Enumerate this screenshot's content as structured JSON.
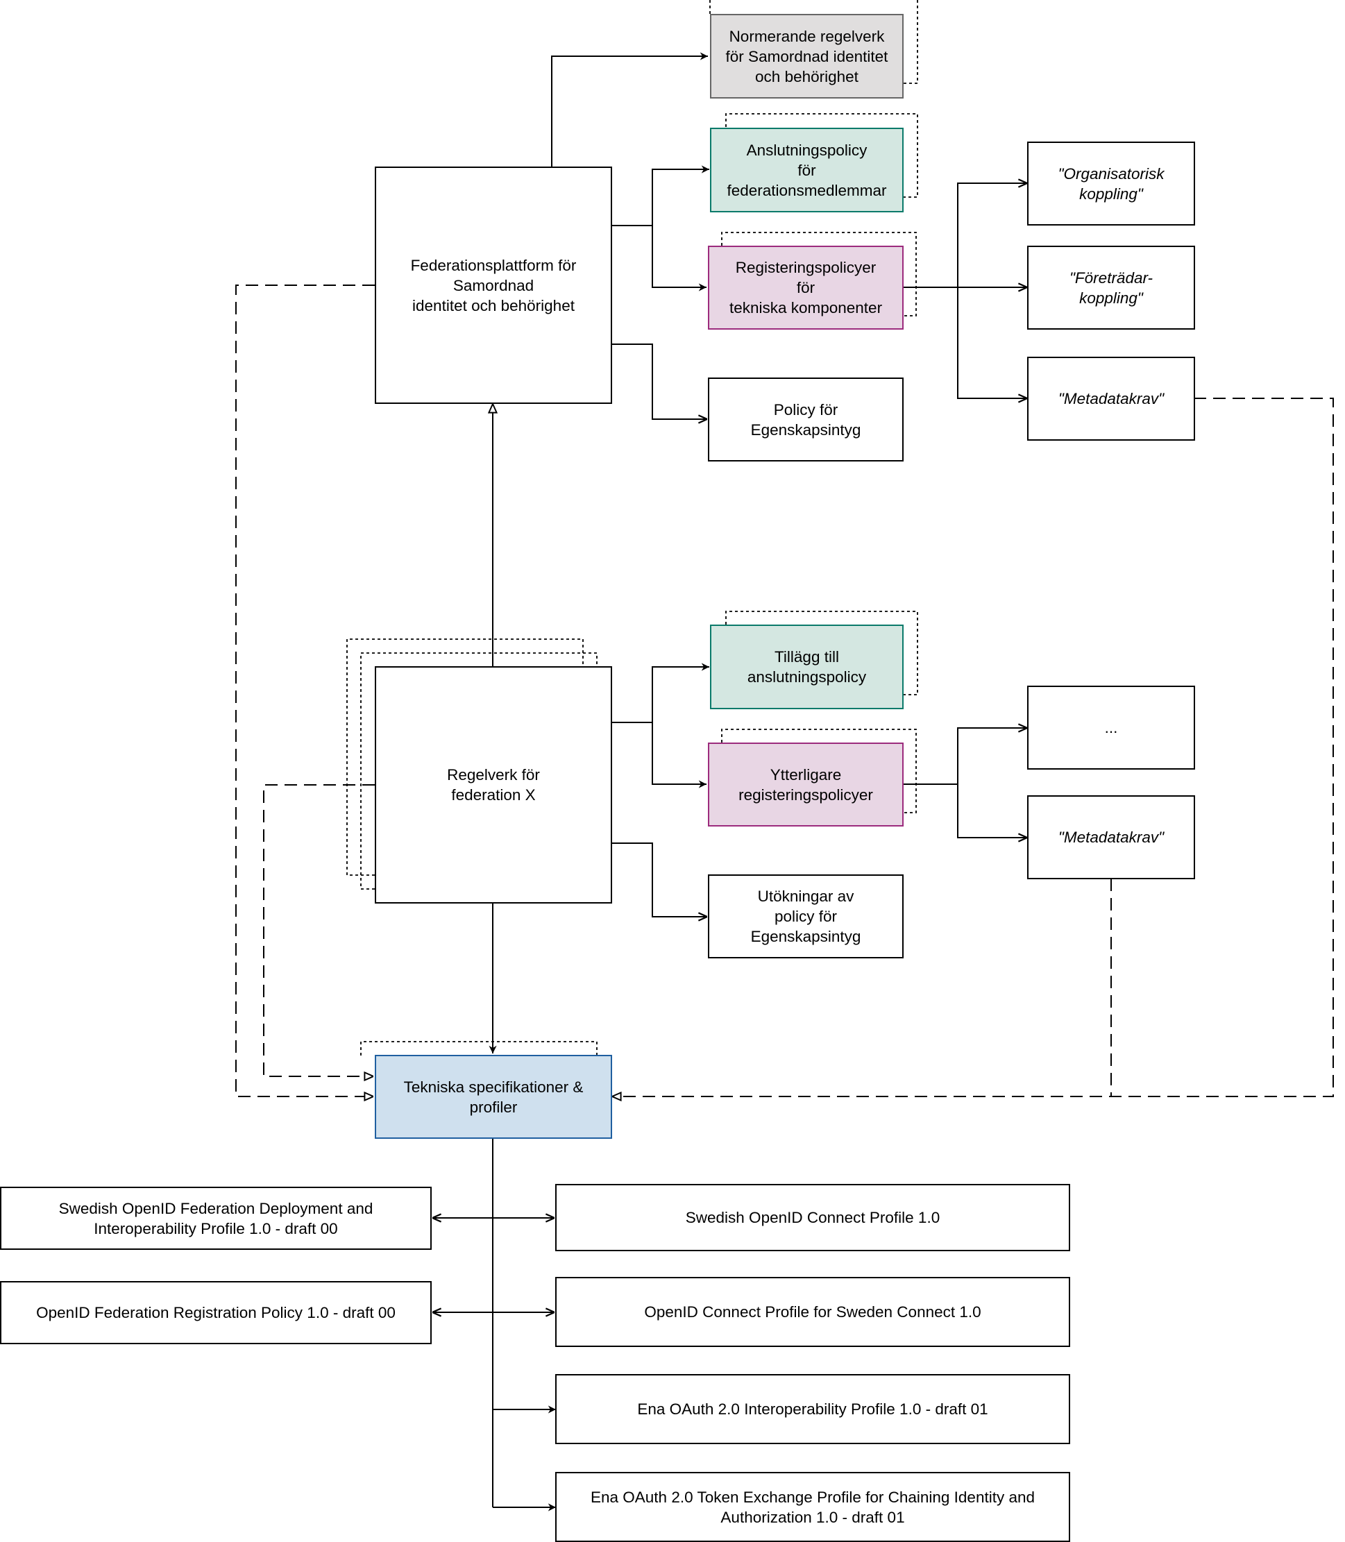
{
  "nodes": {
    "normerande": {
      "label": "Normerande regelverk\nför Samordnad identitet\noch behörighet",
      "fill": "#e0dede",
      "stroke": "#666666"
    },
    "anslutningspolicy": {
      "label": "Anslutningspolicy\nför\nfederationsmedlemmar",
      "fill": "#d4e7e1",
      "stroke": "#0b7a6a"
    },
    "registeringspolicyer": {
      "label": "Registeringspolicyer\nför\ntekniska komponenter",
      "fill": "#e8d6e4",
      "stroke": "#9c2b7d"
    },
    "policy_egenskap": {
      "label": "Policy för\nEgenskapsintyg",
      "fill": "#ffffff",
      "stroke": "#000000"
    },
    "federationsplattform": {
      "label": "Federationsplattform för\nSamordnad\nidentitet och behörighet",
      "fill": "#ffffff",
      "stroke": "#000000"
    },
    "organisatorisk": {
      "label": "\"Organisatorisk\nkoppling\"",
      "fill": "#ffffff",
      "stroke": "#000000"
    },
    "foretradar": {
      "label": "\"Företrädar-\nkoppling\"",
      "fill": "#ffffff",
      "stroke": "#000000"
    },
    "metadatakrav1": {
      "label": "\"Metadatakrav\"",
      "fill": "#ffffff",
      "stroke": "#000000"
    },
    "regelverk_x": {
      "label": "Regelverk för\nfederation X",
      "fill": "#ffffff",
      "stroke": "#000000"
    },
    "tillagg": {
      "label": "Tillägg till\nanslutningspolicy",
      "fill": "#d4e7e1",
      "stroke": "#0b7a6a"
    },
    "ytterligare": {
      "label": "Ytterligare\nregisteringspolicyer",
      "fill": "#e8d6e4",
      "stroke": "#9c2b7d"
    },
    "utokningar": {
      "label": "Utökningar av\npolicy för\nEgenskapsintyg",
      "fill": "#ffffff",
      "stroke": "#000000"
    },
    "ellipsis": {
      "label": "...",
      "fill": "#ffffff",
      "stroke": "#000000"
    },
    "metadatakrav2": {
      "label": "\"Metadatakrav\"",
      "fill": "#ffffff",
      "stroke": "#000000"
    },
    "tekniska": {
      "label": "Tekniska specifikationer &\nprofiler",
      "fill": "#cfe0ee",
      "stroke": "#1f5fa0"
    },
    "swedish_fed_deploy": {
      "label": "Swedish OpenID Federation Deployment and\nInteroperability Profile 1.0 - draft 00",
      "fill": "#ffffff",
      "stroke": "#000000"
    },
    "fed_reg_policy": {
      "label": "OpenID Federation Registration Policy 1.0 - draft 00",
      "fill": "#ffffff",
      "stroke": "#000000"
    },
    "swedish_oidc": {
      "label": "Swedish OpenID Connect Profile 1.0",
      "fill": "#ffffff",
      "stroke": "#000000"
    },
    "oidc_sweden_connect": {
      "label": "OpenID Connect Profile for Sweden Connect 1.0",
      "fill": "#ffffff",
      "stroke": "#000000"
    },
    "ena_oauth_interop": {
      "label": "Ena OAuth 2.0 Interoperability Profile 1.0 - draft 01",
      "fill": "#ffffff",
      "stroke": "#000000"
    },
    "ena_oauth_token": {
      "label": "Ena OAuth 2.0 Token Exchange Profile for Chaining Identity and\nAuthorization 1.0 - draft 01",
      "fill": "#ffffff",
      "stroke": "#000000"
    }
  },
  "edges": [
    {
      "from": "federationsplattform",
      "to": "normerande",
      "style": "solid",
      "arrow": "filled"
    },
    {
      "from": "federationsplattform",
      "to": "anslutningspolicy",
      "style": "solid",
      "arrow": "filled"
    },
    {
      "from": "federationsplattform",
      "to": "registeringspolicyer",
      "style": "solid",
      "arrow": "filled"
    },
    {
      "from": "federationsplattform",
      "to": "policy_egenskap",
      "style": "solid",
      "arrow": "open"
    },
    {
      "from": "registeringspolicyer",
      "to": "organisatorisk",
      "style": "solid",
      "arrow": "open"
    },
    {
      "from": "registeringspolicyer",
      "to": "foretradar",
      "style": "solid",
      "arrow": "open"
    },
    {
      "from": "registeringspolicyer",
      "to": "metadatakrav1",
      "style": "solid",
      "arrow": "open"
    },
    {
      "from": "regelverk_x",
      "to": "federationsplattform",
      "style": "solid",
      "arrow": "hollow"
    },
    {
      "from": "regelverk_x",
      "to": "tillagg",
      "style": "solid",
      "arrow": "filled"
    },
    {
      "from": "regelverk_x",
      "to": "ytterligare",
      "style": "solid",
      "arrow": "filled"
    },
    {
      "from": "regelverk_x",
      "to": "utokningar",
      "style": "solid",
      "arrow": "open"
    },
    {
      "from": "ytterligare",
      "to": "ellipsis",
      "style": "solid",
      "arrow": "open"
    },
    {
      "from": "ytterligare",
      "to": "metadatakrav2",
      "style": "solid",
      "arrow": "open"
    },
    {
      "from": "regelverk_x",
      "to": "tekniska",
      "style": "solid",
      "arrow": "filled"
    },
    {
      "from": "federationsplattform",
      "to": "tekniska",
      "style": "dashed",
      "arrow": "hollow"
    },
    {
      "from": "regelverk_x",
      "to": "tekniska",
      "style": "dashed",
      "arrow": "hollow"
    },
    {
      "from": "metadatakrav1",
      "to": "tekniska",
      "style": "dashed",
      "arrow": "hollow"
    },
    {
      "from": "metadatakrav2",
      "to": "tekniska",
      "style": "dashed",
      "arrow": "hollow"
    },
    {
      "from": "tekniska",
      "to": "swedish_fed_deploy",
      "style": "solid",
      "arrow": "open-both"
    },
    {
      "from": "tekniska",
      "to": "swedish_oidc",
      "style": "solid",
      "arrow": "open-both"
    },
    {
      "from": "tekniska",
      "to": "fed_reg_policy",
      "style": "solid",
      "arrow": "open-both"
    },
    {
      "from": "tekniska",
      "to": "oidc_sweden_connect",
      "style": "solid",
      "arrow": "open-both"
    },
    {
      "from": "tekniska",
      "to": "ena_oauth_interop",
      "style": "solid",
      "arrow": "filled"
    },
    {
      "from": "tekniska",
      "to": "ena_oauth_token",
      "style": "solid",
      "arrow": "filled"
    }
  ]
}
